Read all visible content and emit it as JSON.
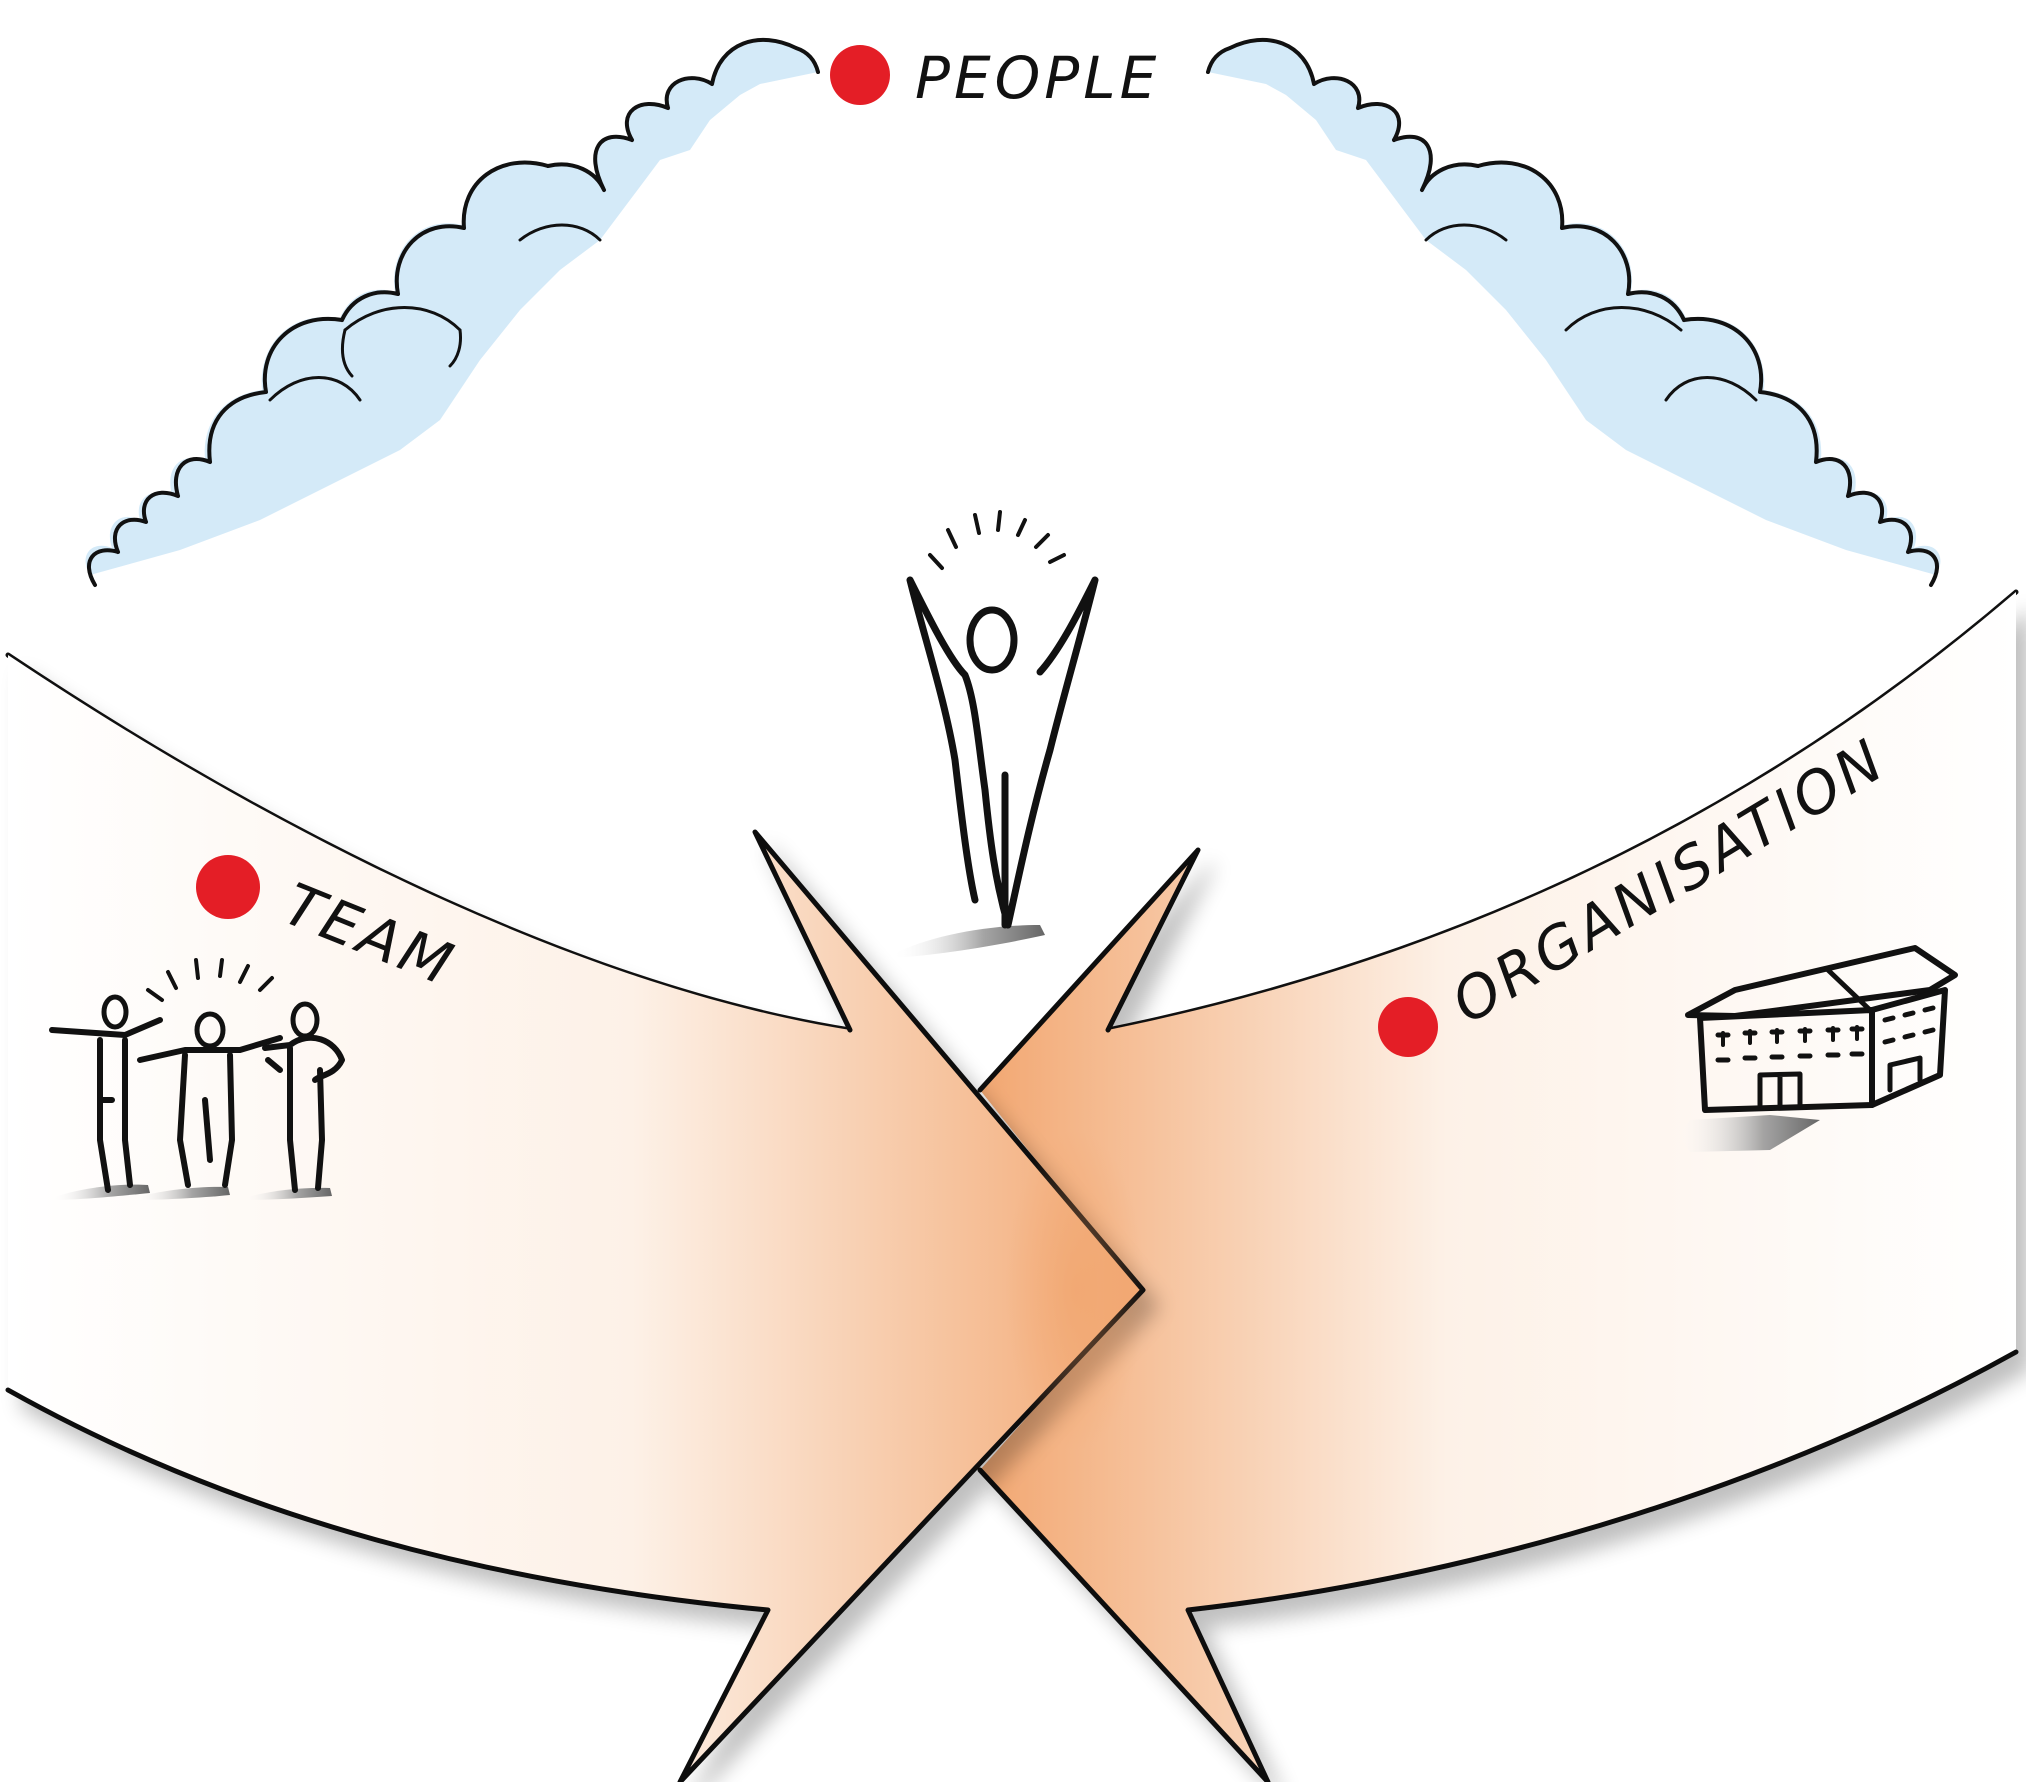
{
  "labels": {
    "people": "PEOPLE",
    "team": "TEAM",
    "organisation": "ORGANISATION"
  },
  "colors": {
    "bullet": "#e41e26",
    "arrow_fill_light": "#fff8f2",
    "arrow_fill_dark": "#f2a771",
    "cloud_fill": "#bfe0f4",
    "ink": "#111111",
    "shadow": "#8c8c8c"
  },
  "icons": {
    "people": "person-raising-arms-icon",
    "team": "group-of-people-icon",
    "organisation": "building-icon"
  }
}
